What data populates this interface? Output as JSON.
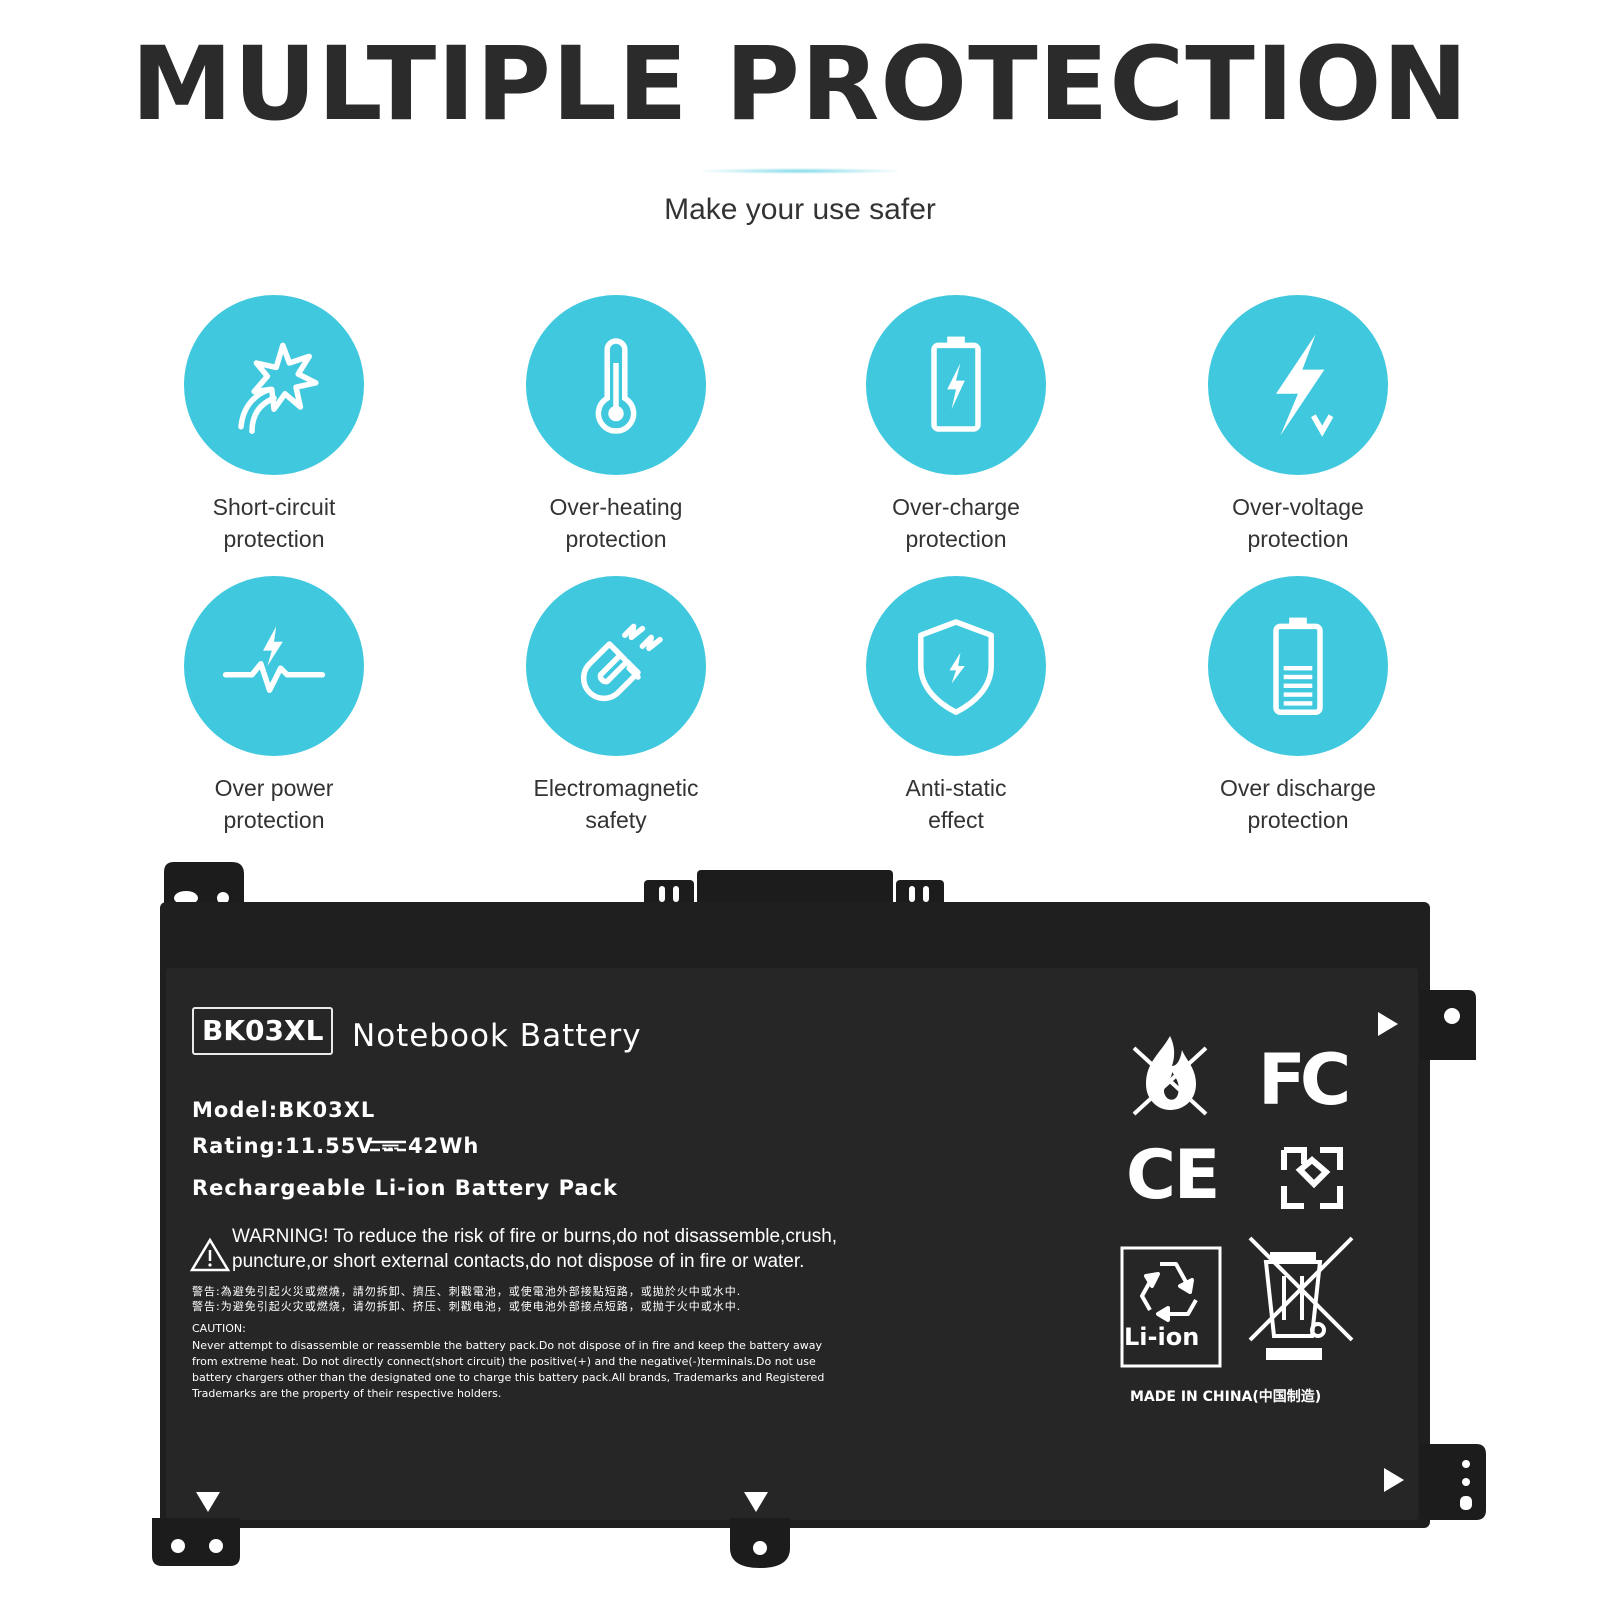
{
  "header": {
    "title": "MULTIPLE PROTECTION",
    "subtitle": "Make your use safer",
    "accent_color": "#3fc8de"
  },
  "features": [
    {
      "icon": "short-circuit-icon",
      "line1": "Short-circuit",
      "line2": "protection"
    },
    {
      "icon": "thermometer-icon",
      "line1": "Over-heating",
      "line2": "protection"
    },
    {
      "icon": "battery-charge-icon",
      "line1": "Over-charge",
      "line2": "protection"
    },
    {
      "icon": "voltage-bolt-icon",
      "line1": "Over-voltage",
      "line2": "protection"
    },
    {
      "icon": "power-pulse-icon",
      "line1": "Over power",
      "line2": "protection"
    },
    {
      "icon": "magnet-icon",
      "line1": "Electromagnetic",
      "line2": "safety"
    },
    {
      "icon": "shield-bolt-icon",
      "line1": "Anti-static",
      "line2": "effect"
    },
    {
      "icon": "battery-level-icon",
      "line1": "Over discharge",
      "line2": "protection"
    }
  ],
  "battery": {
    "model_badge": "BK03XL",
    "product": "Notebook Battery",
    "model": "Model:BK03XL",
    "rating": "Rating:11.55V ⎓ 42Wh",
    "pack": "Rechargeable Li-ion Battery Pack",
    "warning_line1": "WARNING!  To reduce the risk of fire or burns,do not disassemble,crush,",
    "warning_line2": "puncture,or short external contacts,do not dispose of in fire or water.",
    "warning_cn_trad": "警告:為避免引起火災或燃燒，請勿拆卸、擠压、刺戳電池，或使電池外部接點短路，或拋於火中或水中.",
    "warning_cn_simp": "警告:为避免引起火灾或燃烧，请勿拆卸、挤压、刺戳电池，或使电池外部接点短路，或抛于火中或水中.",
    "caution_heading": "CAUTION:",
    "caution_body": "Never attempt to disassemble or reassemble the battery pack.Do not dispose of in fire and keep the battery away from extreme heat. Do not directly connect(short circuit) the positive(+) and the negative(-)terminals.Do not use battery chargers other than the designated one to charge this battery pack.All brands, Trademarks and Registered Trademarks are the property of their respective holders.",
    "fcc_mark": "FC",
    "ce_mark": "CE",
    "recycle_label": "Li-ion",
    "made_in": "MADE IN CHINA(中国制造)",
    "body_color": "#262626"
  }
}
